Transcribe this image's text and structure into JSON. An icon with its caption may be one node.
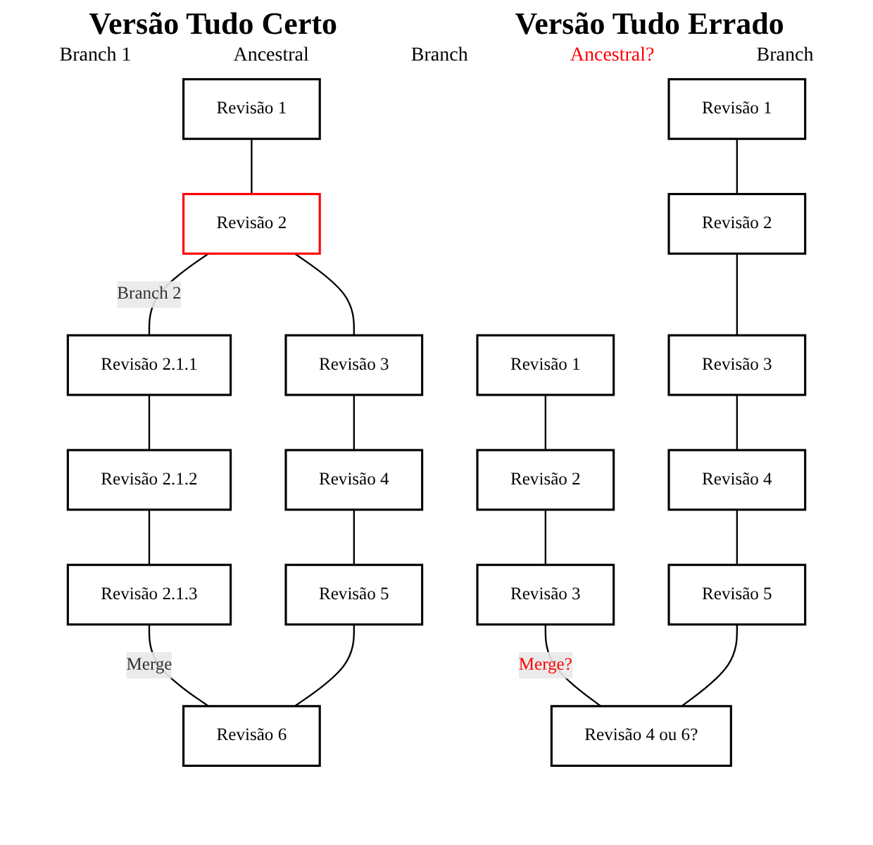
{
  "diagram": {
    "nodes": [
      {
        "text": [
          "Revisão 1"
        ]
      },
      {
        "text": [
          "Revisão 2"
        ]
      },
      {
        "text": [
          "Revisão 2.1.1"
        ]
      },
      {
        "text": [
          "Revisão 3"
        ]
      },
      {
        "text": [
          "Revisão 2.1.2"
        ]
      },
      {
        "text": [
          "Revisão 4"
        ]
      },
      {
        "text": [
          "Revisão 2.1.3"
        ]
      },
      {
        "text": [
          "Revisão 5"
        ]
      },
      {
        "text": [
          "Revisão 6"
        ]
      },
      {
        "text": [
          "Revisão 1"
        ]
      },
      {
        "text": [
          "Revisão 2"
        ]
      },
      {
        "text": [
          "Revisão 1"
        ]
      },
      {
        "text": [
          "Revisão 3"
        ]
      },
      {
        "text": [
          "Revisão 2"
        ]
      },
      {
        "text": [
          "Revisão 4"
        ]
      },
      {
        "text": [
          "Revisão 3"
        ]
      },
      {
        "text": [
          "Revisão 5"
        ]
      },
      {
        "text": [
          "Revisão 4 ou 6?"
        ]
      }
    ],
    "edges": [
      {
        "from": 0,
        "to": 1,
        "arrow": "none"
      },
      {
        "from": 1,
        "to": 2,
        "arrow": "none",
        "label": "Branch 2"
      },
      {
        "from": 1,
        "to": 3,
        "arrow": "none"
      },
      {
        "from": 2,
        "to": 4,
        "arrow": "none"
      },
      {
        "from": 3,
        "to": 5,
        "arrow": "none"
      },
      {
        "from": 4,
        "to": 6,
        "arrow": "none"
      },
      {
        "from": 5,
        "to": 7,
        "arrow": "none"
      },
      {
        "from": 6,
        "to": 8,
        "arrow": "none",
        "label": "Merge"
      },
      {
        "from": 7,
        "to": 8,
        "arrow": "none"
      },
      {
        "from": 9,
        "to": 10,
        "arrow": "none"
      },
      {
        "from": 10,
        "to": 12,
        "arrow": "none"
      },
      {
        "from": 11,
        "to": 13,
        "arrow": "none"
      },
      {
        "from": 12,
        "to": 14,
        "arrow": "none"
      },
      {
        "from": 13,
        "to": 15,
        "arrow": "none"
      },
      {
        "from": 14,
        "to": 16,
        "arrow": "none"
      },
      {
        "from": 15,
        "to": 17,
        "arrow": "none",
        "label": "Merge?"
      },
      {
        "from": 16,
        "to": 17,
        "arrow": "none"
      }
    ],
    "labels": [
      "Versão Tudo Certo",
      "Versão Tudo Errado",
      "Branch 1",
      "Ancestral",
      "Branch",
      "Ancestral?",
      "Branch"
    ]
  }
}
